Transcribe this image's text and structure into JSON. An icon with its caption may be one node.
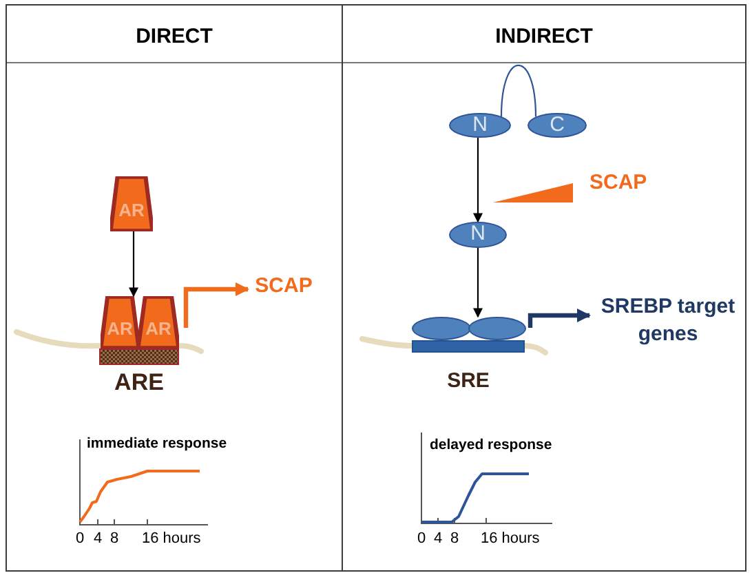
{
  "diagram": {
    "nodes": [
      {
        "text": [
          "DIRECT"
        ]
      },
      {
        "text": [
          "AR"
        ],
        "in": 0
      },
      {
        "text": [
          "AR"
        ],
        "in": 0
      },
      {
        "text": [
          "AR"
        ],
        "in": 0
      },
      {
        "text": [
          "ARE"
        ],
        "in": 0
      },
      {
        "text": [
          "SCAP"
        ],
        "in": 0
      },
      {
        "text": [
          "INDIRECT"
        ]
      },
      {
        "text": [
          "N"
        ],
        "in": 6
      },
      {
        "text": [
          "C"
        ],
        "in": 6
      },
      {
        "text": [
          "N"
        ],
        "in": 6
      },
      {
        "text": [],
        "shape": "circle",
        "in": 6
      },
      {
        "text": [],
        "shape": "circle",
        "in": 6
      },
      {
        "text": [
          "SRE"
        ],
        "in": 6
      },
      {
        "text": [
          "SREBP target genes"
        ],
        "in": 6
      }
    ],
    "edges": [
      {
        "from": 1,
        "to": 2,
        "arrow": "to"
      },
      {
        "from": 3,
        "to": 5,
        "arrow": "to",
        "style": "thick",
        "color": "#f26b1d"
      },
      {
        "from": 7,
        "to": 8,
        "arrow": "none",
        "color": "#2f5597"
      },
      {
        "from": 7,
        "to": 9,
        "arrow": "to"
      },
      {
        "from": 9,
        "to": 11,
        "arrow": "to"
      },
      {
        "from": 11,
        "to": 13,
        "arrow": "to",
        "style": "thick",
        "color": "#1f3864"
      }
    ],
    "labels": [
      "immediate response",
      "0",
      "4",
      "8",
      "16 hours",
      "SCAP",
      "delayed response",
      "0",
      "4",
      "8",
      "16 hours"
    ]
  }
}
